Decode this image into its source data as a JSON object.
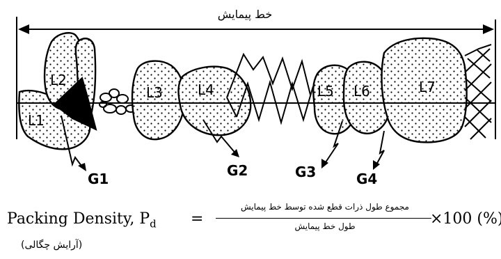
{
  "measure_line_label": "خط پیمایش",
  "grain_labels": [
    "L2",
    "L1",
    "L3",
    "L4",
    "L5",
    "L6",
    "L7"
  ],
  "gap_labels": [
    "G1",
    "G2",
    "G3",
    "G4"
  ],
  "formula": {
    "lhs": "Packing Density, P",
    "subscript": "d",
    "equals": "=",
    "numerator": "مجموع طول ذرات قطع شده توسط خط پیمایش",
    "denominator": "طول خط پیمایش",
    "rhs": "×100 (%)"
  },
  "caption": "(آرایش چگالی)"
}
